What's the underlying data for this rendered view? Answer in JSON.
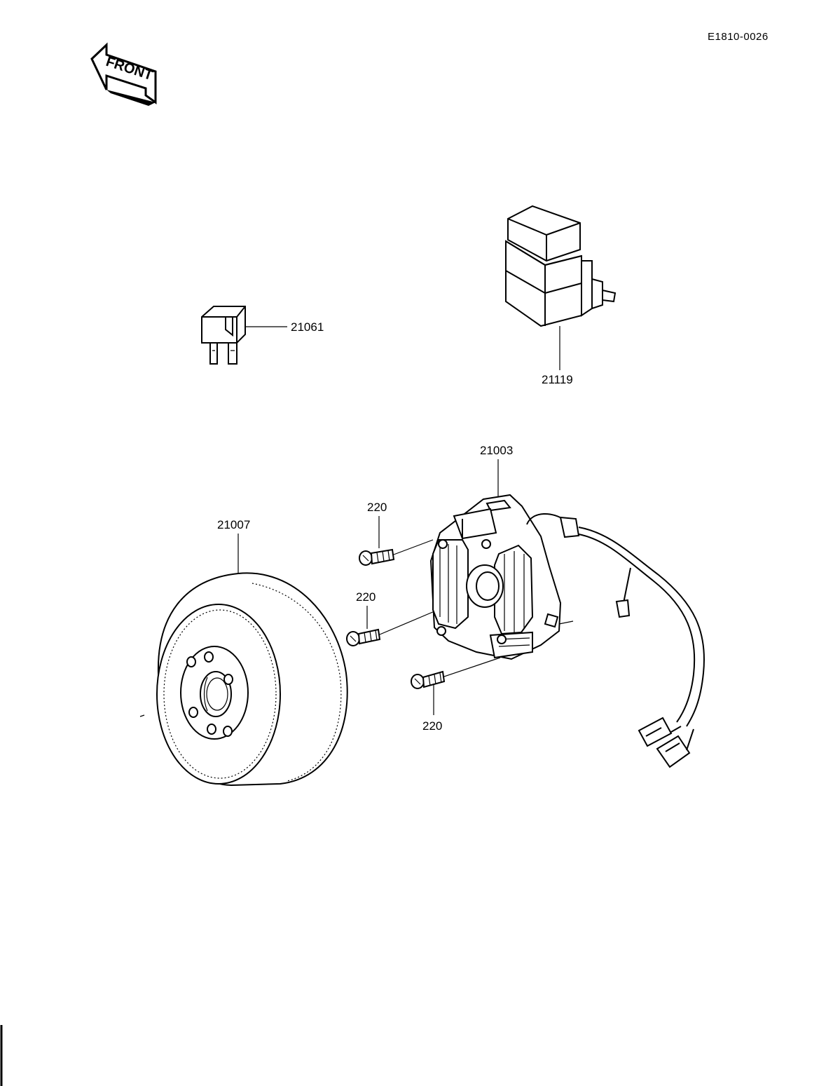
{
  "diagram_code": "E1810-0026",
  "direction_arrow": {
    "label": "FRONT",
    "icon": "front-arrow-icon"
  },
  "parts": [
    {
      "id": "relay",
      "number": "21061"
    },
    {
      "id": "regulator",
      "number": "21119"
    },
    {
      "id": "stator",
      "number": "21003"
    },
    {
      "id": "rotor-flywheel",
      "number": "21007"
    },
    {
      "id": "screw-top",
      "number": "220"
    },
    {
      "id": "screw-middle",
      "number": "220"
    },
    {
      "id": "screw-bottom",
      "number": "220"
    }
  ],
  "colors": {
    "ink": "#000000",
    "paper": "#ffffff"
  }
}
